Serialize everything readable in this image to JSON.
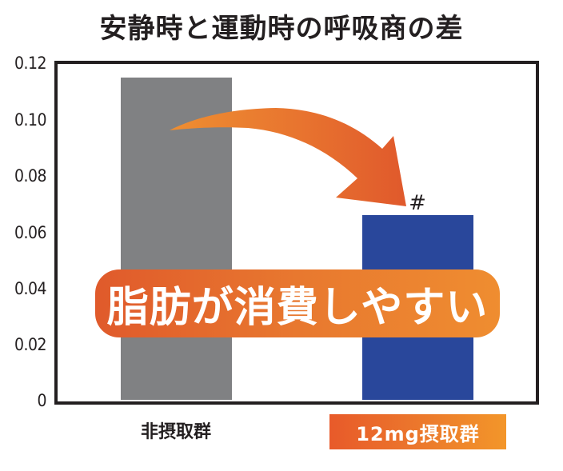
{
  "title": "安静時と運動時の呼吸商の差",
  "y_axis": {
    "ticks": [
      "0.12",
      "0.10",
      "0.08",
      "0.06",
      "0.04",
      "0.02",
      "0"
    ]
  },
  "bars": [
    {
      "label": "非摂取群",
      "value": 0.115,
      "color": "#808183"
    },
    {
      "label": "12mg摂取群",
      "value": 0.066,
      "color": "#29479b",
      "significance": "#"
    }
  ],
  "annotation": {
    "banner_text": "脂肪が消費しやすい",
    "banner_color_start": "#e05a2b",
    "banner_color_end": "#ef8d30",
    "arrow": "from-non-intake-bar-to-intake-bar"
  },
  "chart_data": {
    "type": "bar",
    "title": "安静時と運動時の呼吸商の差",
    "categories": [
      "非摂取群",
      "12mg摂取群"
    ],
    "values": [
      0.115,
      0.066
    ],
    "xlabel": "",
    "ylabel": "",
    "ylim": [
      0,
      0.12
    ],
    "yticks": [
      0,
      0.02,
      0.04,
      0.06,
      0.08,
      0.1,
      0.12
    ],
    "grid": false,
    "legend": null,
    "colors": [
      "#808183",
      "#29479b"
    ],
    "annotations": [
      {
        "text": "#",
        "target": "12mg摂取群",
        "meaning": "significant difference marker"
      },
      {
        "text": "脂肪が消費しやすい",
        "type": "banner"
      },
      {
        "type": "arrow",
        "from": "非摂取群",
        "to": "12mg摂取群"
      }
    ]
  }
}
